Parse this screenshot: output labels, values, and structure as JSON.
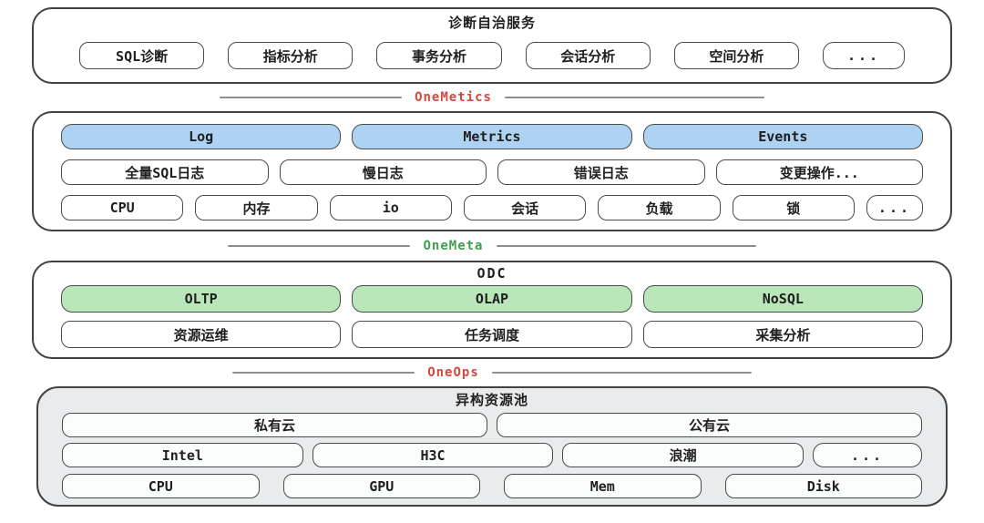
{
  "colors": {
    "blue_box": "#aed3f2",
    "green_box": "#b9e7ba",
    "gray_panel_bg": "#e9ebec",
    "red_divider_label": "#d14a40",
    "green_divider_label": "#3fa04c",
    "border": "#424242",
    "divider_line": "#8d8d8d"
  },
  "diagnosis": {
    "title": "诊断自治服务",
    "items": [
      "SQL诊断",
      "指标分析",
      "事务分析",
      "会话分析",
      "空间分析",
      "..."
    ]
  },
  "divider1": {
    "label": "OneMetics"
  },
  "onemetics": {
    "row1": [
      "Log",
      "Metrics",
      "Events"
    ],
    "row2": [
      "全量SQL日志",
      "慢日志",
      "错误日志",
      "变更操作..."
    ],
    "row3": [
      "CPU",
      "内存",
      "io",
      "会话",
      "负载",
      "锁",
      "..."
    ]
  },
  "divider2": {
    "label": "OneMeta"
  },
  "odc": {
    "title": "ODC",
    "row1": [
      "OLTP",
      "OLAP",
      "NoSQL"
    ],
    "row2": [
      "资源运维",
      "任务调度",
      "采集分析"
    ]
  },
  "divider3": {
    "label": "OneOps"
  },
  "resources": {
    "title": "异构资源池",
    "row1": [
      "私有云",
      "公有云"
    ],
    "row2": [
      "Intel",
      "H3C",
      "浪潮",
      "..."
    ],
    "row3": [
      "CPU",
      "GPU",
      "Mem",
      "Disk"
    ]
  }
}
